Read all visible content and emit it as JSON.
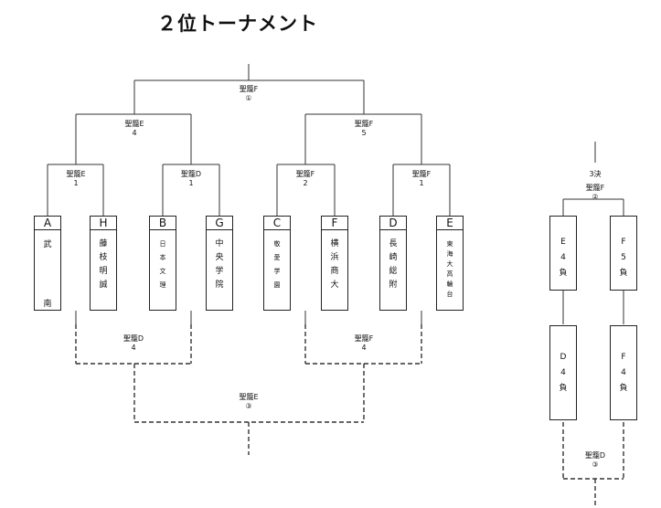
{
  "title": "２位トーナメント",
  "top_match": {
    "venue": "聖籠F",
    "number": "①"
  },
  "semi_left": {
    "venue": "聖籠E",
    "number": "4"
  },
  "semi_right": {
    "venue": "聖籠F",
    "number": "5"
  },
  "q1": {
    "venue": "聖籠E",
    "number": "1"
  },
  "q2": {
    "venue": "聖籠D",
    "number": "1"
  },
  "q3": {
    "venue": "聖籠F",
    "number": "2"
  },
  "q4": {
    "venue": "聖籠F",
    "number": "1"
  },
  "teams": [
    {
      "code": "A",
      "name": [
        "武",
        "南"
      ]
    },
    {
      "code": "H",
      "name": [
        "藤",
        "枝",
        "明",
        "誠"
      ]
    },
    {
      "code": "B",
      "name": [
        "日",
        "本",
        "文",
        "理"
      ]
    },
    {
      "code": "G",
      "name": [
        "中",
        "央",
        "学",
        "院"
      ]
    },
    {
      "code": "C",
      "name": [
        "敬",
        "愛",
        "学",
        "園"
      ]
    },
    {
      "code": "F",
      "name": [
        "横",
        "浜",
        "商",
        "大"
      ]
    },
    {
      "code": "D",
      "name": [
        "長",
        "崎",
        "総",
        "附"
      ]
    },
    {
      "code": "E",
      "name": [
        "東",
        "海",
        "大",
        "高",
        "輪",
        "台"
      ]
    }
  ],
  "consol_left": {
    "venue": "聖籠D",
    "number": "4"
  },
  "consol_right": {
    "venue": "聖籠F",
    "number": "4"
  },
  "consol_final": {
    "venue": "聖籠E",
    "number": "③"
  },
  "third_place": {
    "label": "3決",
    "venue": "聖籠F",
    "number": "②"
  },
  "third_boxes": [
    [
      "E",
      "4",
      "負"
    ],
    [
      "F",
      "5",
      "負"
    ],
    [
      "D",
      "4",
      "負"
    ],
    [
      "F",
      "4",
      "負"
    ]
  ],
  "bottom_right": {
    "venue": "聖籠D",
    "number": "③"
  }
}
